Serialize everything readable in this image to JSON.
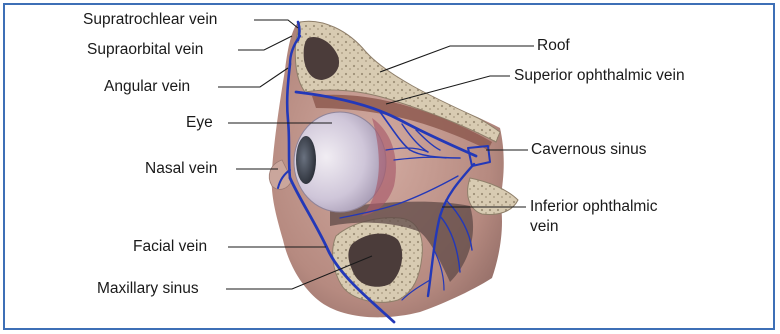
{
  "labels": {
    "supratrochlear_vein": "Supratrochlear vein",
    "supraorbital_vein": "Supraorbital vein",
    "angular_vein": "Angular vein",
    "eye": "Eye",
    "nasal_vein": "Nasal vein",
    "facial_vein": "Facial vein",
    "maxillary_sinus": "Maxillary sinus",
    "roof": "Roof",
    "superior_ophthalmic_vein": "Superior ophthalmic vein",
    "cavernous_sinus": "Cavernous sinus",
    "inferior_ophthalmic_vein_line1": "Inferior ophthalmic",
    "inferior_ophthalmic_vein_line2": "vein"
  },
  "colors": {
    "frame_border": "#3d6fb6",
    "vein": "#2338b8",
    "tissue": "#b98d84",
    "bone": "#d9ccb4",
    "eye": "#c9c2d6",
    "dark_tissue": "#5a4a48"
  }
}
